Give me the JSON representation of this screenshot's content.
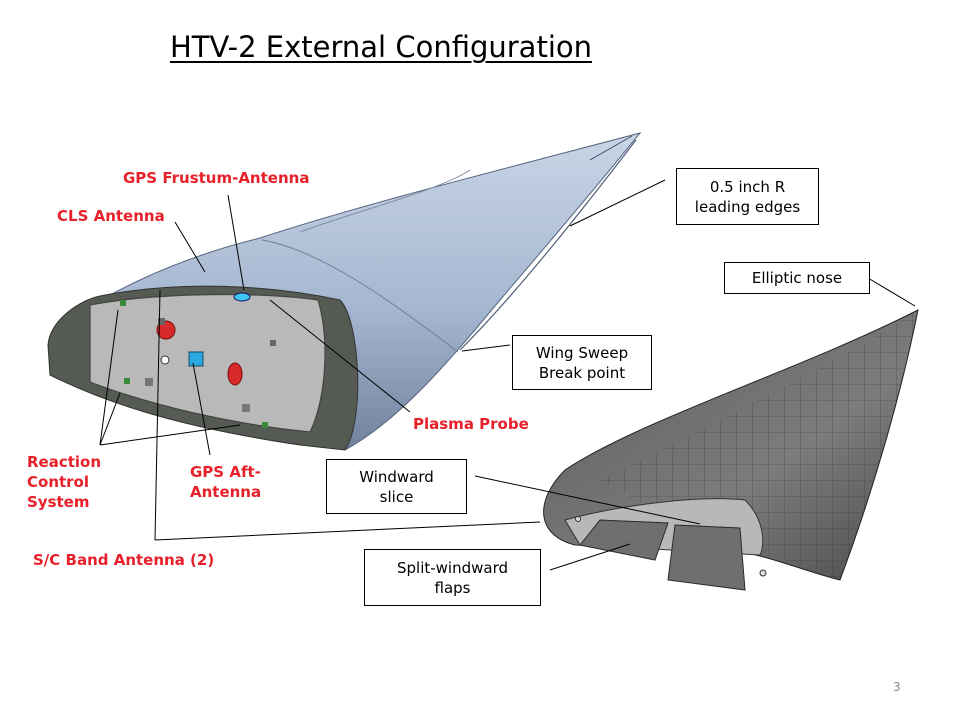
{
  "title": "HTV-2 External Configuration",
  "labels": {
    "gps_frustum": "GPS Frustum-Antenna",
    "cls_antenna": "CLS Antenna",
    "plasma_probe": "Plasma Probe",
    "reaction_control": [
      "Reaction",
      "Control",
      "System"
    ],
    "gps_aft": [
      "GPS Aft-",
      "Antenna"
    ],
    "sc_band": "S/C Band Antenna (2)"
  },
  "callouts": {
    "leading_edges": [
      "0.5 inch R",
      "leading edges"
    ],
    "elliptic_nose": [
      "Elliptic nose"
    ],
    "wing_sweep": [
      "Wing Sweep",
      "Break point"
    ],
    "windward_slice": [
      "Windward",
      "slice"
    ],
    "split_flaps": [
      "Split-windward",
      "flaps"
    ]
  },
  "page_number": "3",
  "colors": {
    "label_red": "#e8202a",
    "body_blue": "#9eb2cf",
    "aft_panel": "#b8b8b8",
    "flap_gray": "#6f6f6f"
  }
}
